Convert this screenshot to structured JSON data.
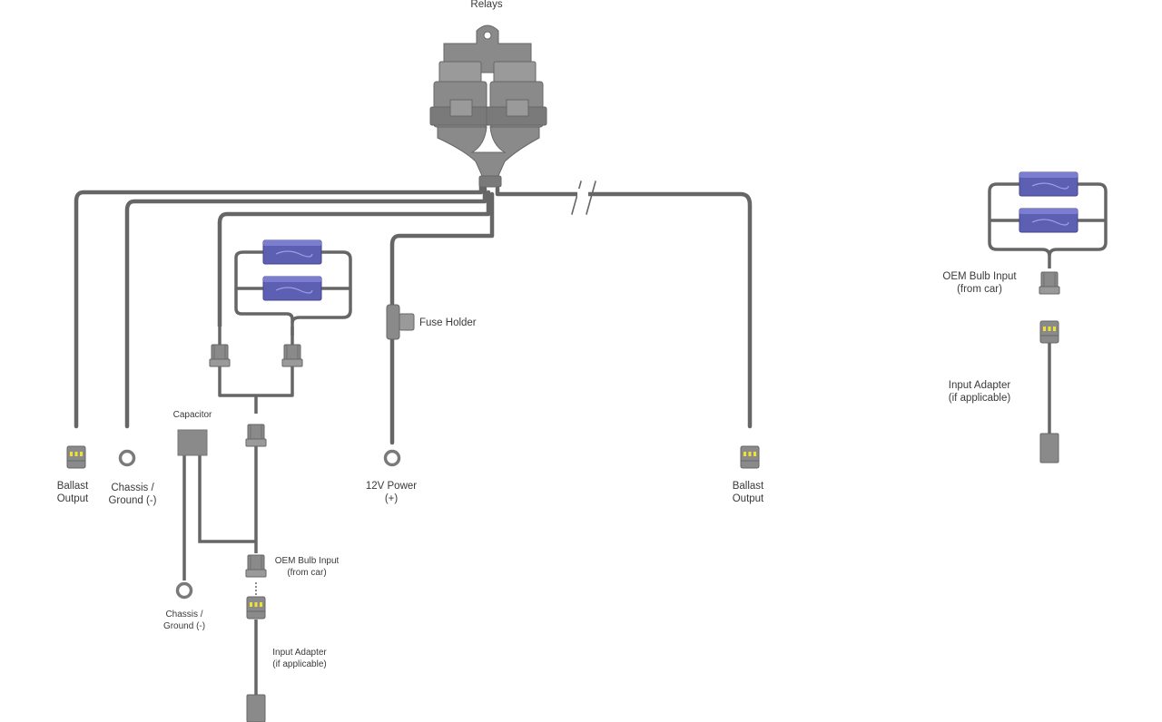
{
  "colors": {
    "wire": "#666666",
    "wire_outline": "#ffffff",
    "housing": "#8a8a8a",
    "housing_dark": "#6e6e6e",
    "housing_light": "#a4a4a4",
    "resistor": "#5d5fb3",
    "resistor_light": "#7b7dd1",
    "pin_yellow": "#f2e230",
    "label": "#3a3a3a"
  },
  "labels": {
    "relays": "Relays",
    "fuse_holder": "Fuse Holder",
    "capacitor": "Capacitor",
    "ballast_left": [
      "Ballast",
      "Output"
    ],
    "chassis_top": [
      "Chassis /",
      "Ground (-)"
    ],
    "power": [
      "12V Power",
      "(+)"
    ],
    "ballast_right": [
      "Ballast",
      "Output"
    ],
    "chassis_bottom": [
      "Chassis /",
      "Ground (-)"
    ],
    "oem_left": [
      "OEM Bulb Input",
      "(from car)"
    ],
    "adapter_left": [
      "Input Adapter",
      "(if applicable)"
    ],
    "oem_right": [
      "OEM Bulb Input",
      "(from car)"
    ],
    "adapter_right": [
      "Input Adapter",
      "(if applicable)"
    ]
  },
  "icons": [
    "relay-block-icon",
    "resistor-icon",
    "connector-icon",
    "ring-terminal-icon",
    "fuse-holder-icon",
    "capacitor-icon"
  ]
}
